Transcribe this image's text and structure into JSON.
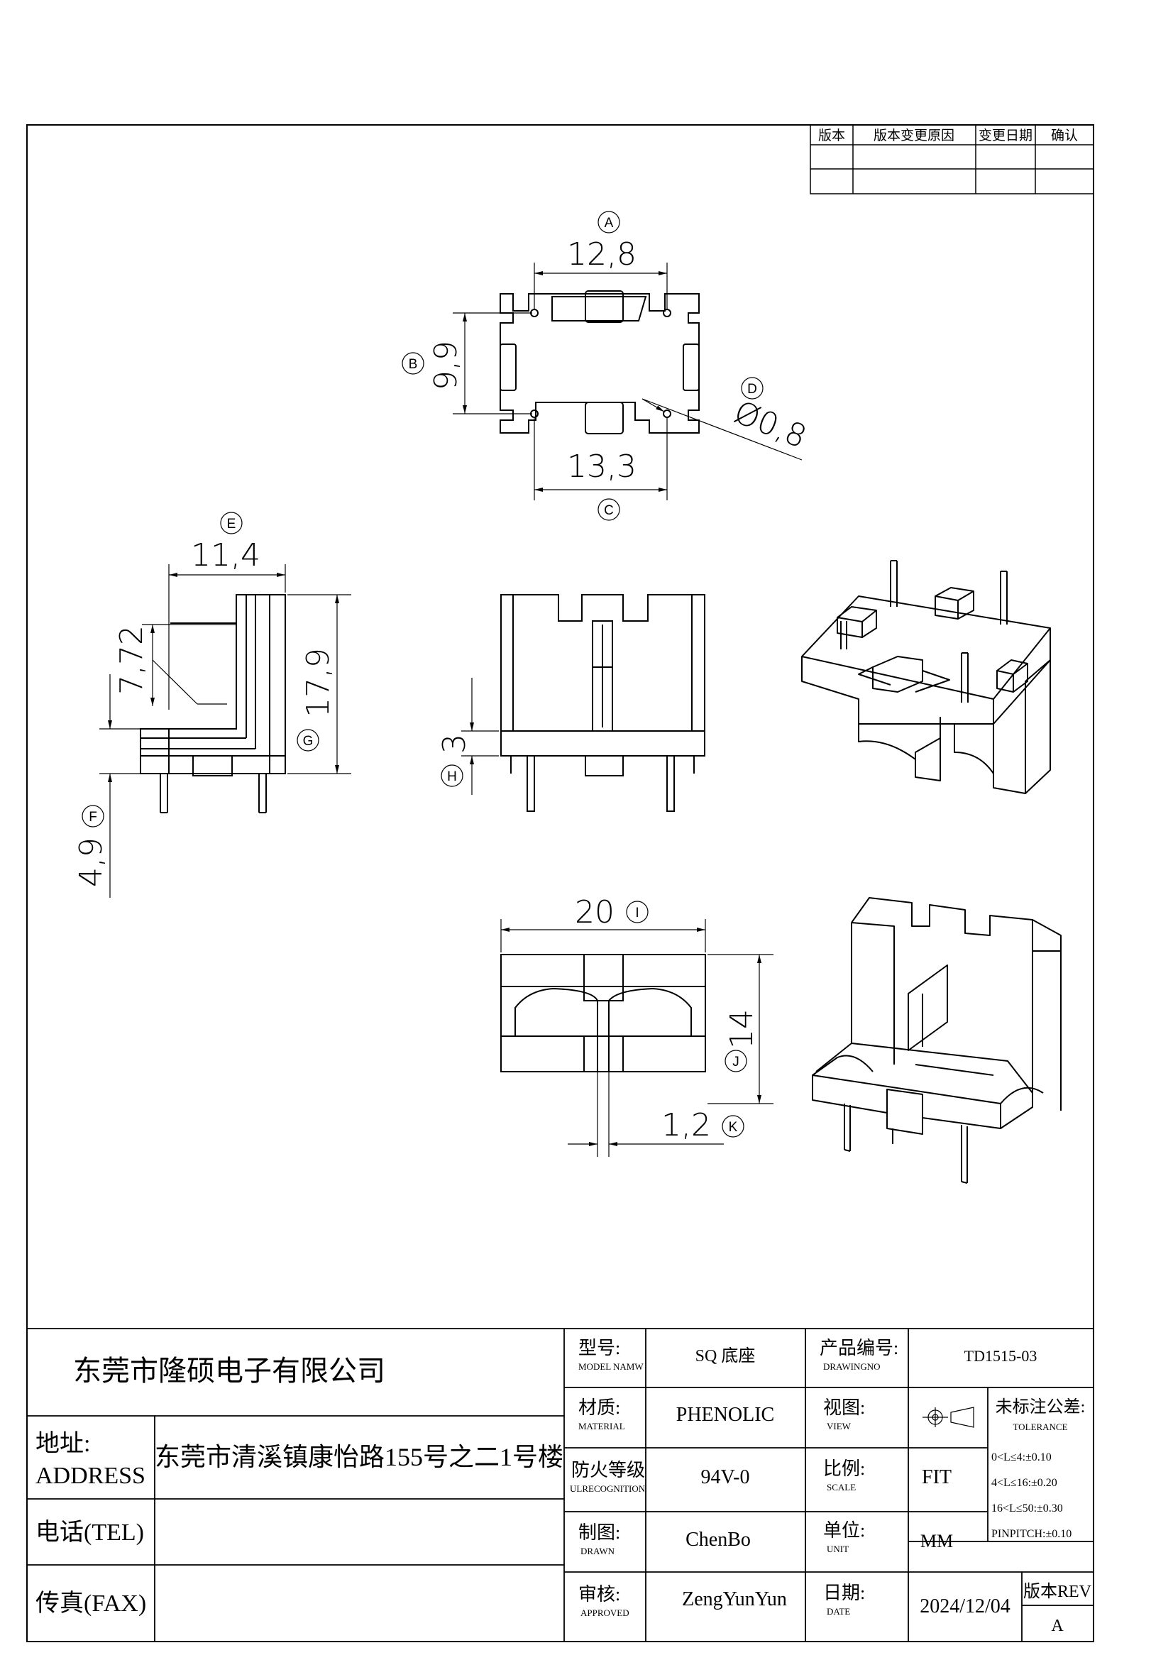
{
  "revision_table": {
    "headers": [
      "版本",
      "版本变更原因",
      "变更日期",
      "确认"
    ],
    "rows": [
      [
        "",
        "",
        "",
        ""
      ],
      [
        "",
        "",
        "",
        ""
      ]
    ]
  },
  "dimensions": {
    "A": {
      "label": "A",
      "value": "12,8"
    },
    "B": {
      "label": "B",
      "value": "9,9"
    },
    "C": {
      "label": "C",
      "value": "13,3"
    },
    "D": {
      "label": "D",
      "value": "Ø0,8"
    },
    "E": {
      "label": "E",
      "value": "11,4"
    },
    "F": {
      "label": "F",
      "value": "4,9"
    },
    "G": {
      "label": "G",
      "value": "17,9"
    },
    "H": {
      "label": "H",
      "value": "3"
    },
    "I": {
      "label": "I",
      "value": "20"
    },
    "J": {
      "label": "J",
      "value": "14"
    },
    "K": {
      "label": "K",
      "value": "1,2"
    },
    "extra": {
      "value": "7,72"
    }
  },
  "title_block": {
    "company": "东莞市隆硕电子有限公司",
    "address_label": "地址:",
    "address_label_en": "ADDRESS",
    "address": "东莞市清溪镇康怡路155号之二1号楼",
    "tel_label": "电话(TEL)",
    "tel": "",
    "fax_label": "传真(FAX)",
    "fax": "",
    "model_label": "型号:",
    "model_label_en": "MODEL NAMW",
    "model": "SQ 底座",
    "drawing_no_label": "产品编号:",
    "drawing_no_label_en": "DRAWINGNO",
    "drawing_no": "TD1515-03",
    "material_label": "材质:",
    "material_label_en": "MATERIAL",
    "material": "PHENOLIC",
    "view_label": "视图:",
    "view_label_en": "VIEW",
    "tolerance_label": "未标注公差:",
    "tolerance_label_en": "TOLERANCE",
    "fire_label": "防火等级",
    "fire_label_en": "ULRECOGNITION",
    "fire": "94V-0",
    "scale_label": "比例:",
    "scale_label_en": "SCALE",
    "scale": "FIT",
    "drawn_label": "制图:",
    "drawn_label_en": "DRAWN",
    "drawn": "ChenBo",
    "unit_label": "单位:",
    "unit_label_en": "UNIT",
    "unit": "MM",
    "approved_label": "审核:",
    "approved_label_en": "APPROVED",
    "approved": "ZengYunYun",
    "date_label": "日期:",
    "date_label_en": "DATE",
    "date": "2024/12/04",
    "rev_label": "版本REV",
    "rev": "A",
    "tolerances": [
      "0<L≤4:±0.10",
      "4<L≤16:±0.20",
      "16<L≤50:±0.30",
      "PINPITCH:±0.10"
    ]
  }
}
